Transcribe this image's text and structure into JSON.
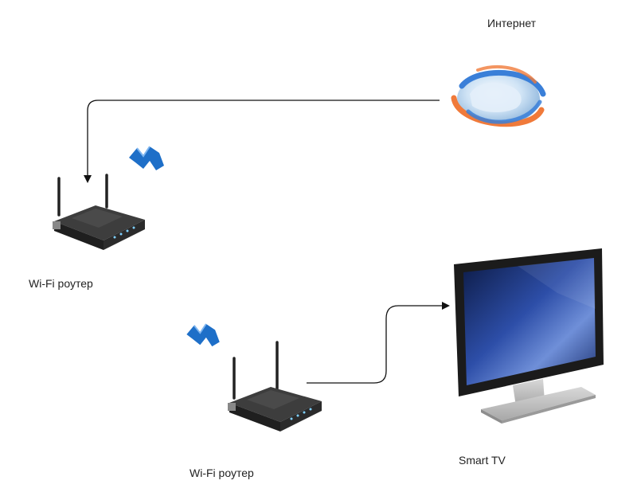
{
  "labels": {
    "internet": "Интернет",
    "router_top": "Wi-Fi роутер",
    "router_bottom": "Wi-Fi роутер",
    "tv": "Smart TV"
  },
  "icons": {
    "internet": "globe-icon",
    "router": "wifi-router-icon",
    "wifi_signal": "wifi-signal-icon",
    "tv": "monitor-icon"
  },
  "colors": {
    "connector": "#111111",
    "wifi_signal": "#1e6fc8",
    "router_body": "#2b2b2b",
    "screen": "#1a2f6e",
    "globe_blue": "#3a7fd8",
    "globe_orange": "#f07a3a"
  }
}
